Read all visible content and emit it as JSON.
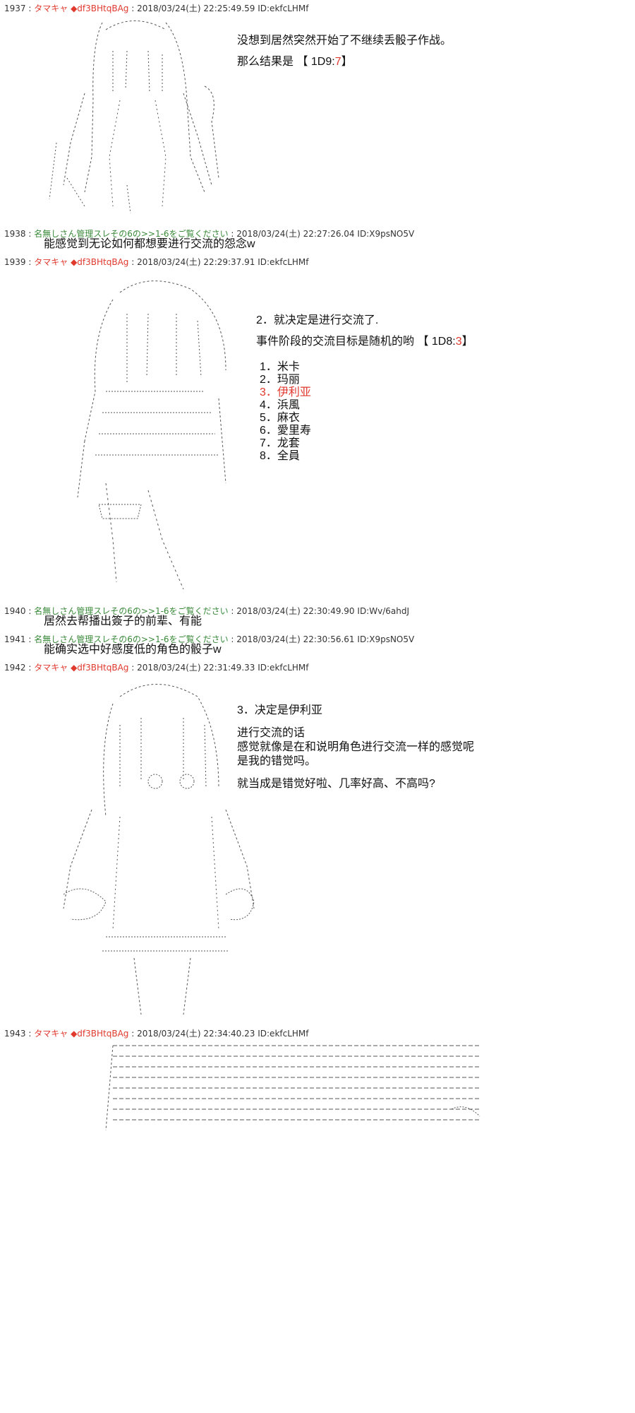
{
  "posts": [
    {
      "num": "1937",
      "name": "タマキャ",
      "trip": "◆df3BHtqBAg",
      "datetime": "2018/03/24(土) 22:25:49.59",
      "id": "ID:ekfcLHMf",
      "lines": [
        "没想到居然突然开始了不继续丢骰子作战。",
        "那么结果是 【 1D9:",
        "7",
        "】"
      ]
    },
    {
      "num": "1938",
      "name": "名無しさん管理スレその6の>>1-6をご覧ください",
      "datetime": "2018/03/24(土) 22:27:26.04",
      "id": "ID:X9psNO5V",
      "text": "能感觉到无论如何都想要进行交流的怨念w"
    },
    {
      "num": "1939",
      "name": "タマキャ",
      "trip": "◆df3BHtqBAg",
      "datetime": "2018/03/24(土) 22:29:37.91",
      "id": "ID:ekfcLHMf",
      "line1": "2．就决定是进行交流了.",
      "line2a": "事件阶段的交流目标是随机的哟 【 1D8:",
      "line2b": "3",
      "line2c": "】",
      "options": [
        "1．米卡",
        "2．玛丽",
        "3．伊利亚",
        "4．浜風",
        "5．麻衣",
        "6．愛里寿",
        "7．龙套",
        "8．全員"
      ]
    },
    {
      "num": "1940",
      "name": "名無しさん管理スレその6の>>1-6をご覧ください",
      "datetime": "2018/03/24(土) 22:30:49.90",
      "id": "ID:Wv/6ahdJ",
      "text": "居然去帮播出簽子的前辈、有能"
    },
    {
      "num": "1941",
      "name": "名無しさん管理スレその6の>>1-6をご覧ください",
      "datetime": "2018/03/24(土) 22:30:56.61",
      "id": "ID:X9psNO5V",
      "text": "能确实选中好感度低的角色的骰子w"
    },
    {
      "num": "1942",
      "name": "タマキャ",
      "trip": "◆df3BHtqBAg",
      "datetime": "2018/03/24(土) 22:31:49.33",
      "id": "ID:ekfcLHMf",
      "lines": [
        "3．决定是伊利亚",
        "进行交流的话",
        "感觉就像是在和说明角色进行交流一样的感觉呢",
        "是我的错觉吗。",
        "就当成是错觉好啦、几率好高、不高吗?"
      ]
    },
    {
      "num": "1943",
      "name": "タマキャ",
      "trip": "◆df3BHtqBAg",
      "datetime": "2018/03/24(土) 22:34:40.23",
      "id": "ID:ekfcLHMf"
    }
  ],
  "colors": {
    "name_red": "#e0392e",
    "name_green": "#3a8a3a",
    "highlight": "#e0392e"
  }
}
